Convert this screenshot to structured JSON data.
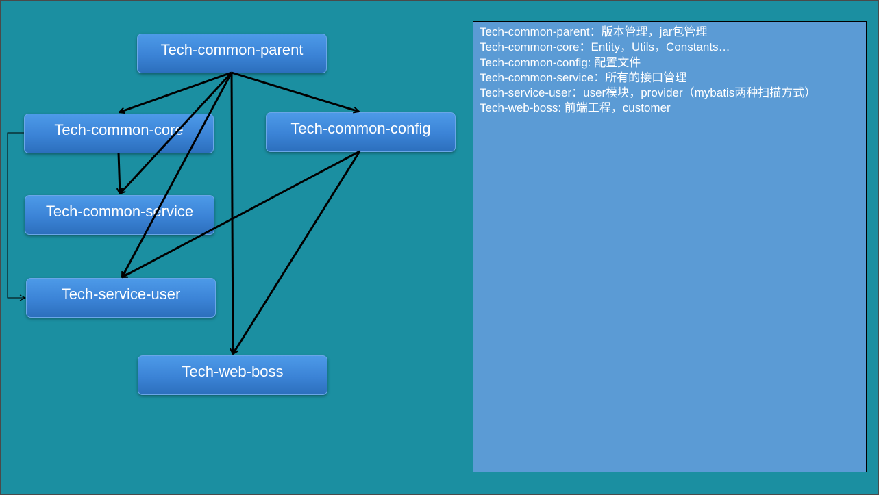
{
  "diagram": {
    "nodes": {
      "parent": "Tech-common-parent",
      "core": "Tech-common-core",
      "config": "Tech-common-config",
      "service": "Tech-common-service",
      "user": "Tech-service-user",
      "boss": "Tech-web-boss"
    },
    "edges": [
      {
        "from": "parent",
        "to": "core"
      },
      {
        "from": "parent",
        "to": "config"
      },
      {
        "from": "parent",
        "to": "service"
      },
      {
        "from": "parent",
        "to": "user"
      },
      {
        "from": "parent",
        "to": "boss"
      },
      {
        "from": "core",
        "to": "service"
      },
      {
        "from": "core",
        "to": "user"
      },
      {
        "from": "config",
        "to": "user"
      },
      {
        "from": "config",
        "to": "boss"
      }
    ],
    "colors": {
      "background": "#1b8fa1",
      "node_fill": "#3b83d6",
      "node_text": "#ffffff",
      "arrow": "#000000",
      "notes_fill": "#5b9bd5"
    }
  },
  "notes": {
    "lines": [
      "Tech-common-parent：版本管理，jar包管理",
      "Tech-common-core：Entity，Utils，Constants…",
      "Tech-common-config: 配置文件",
      "Tech-common-service：所有的接口管理",
      "Tech-service-user：user模块，provider（mybatis两种扫描方式）",
      "Tech-web-boss: 前端工程，customer"
    ]
  }
}
